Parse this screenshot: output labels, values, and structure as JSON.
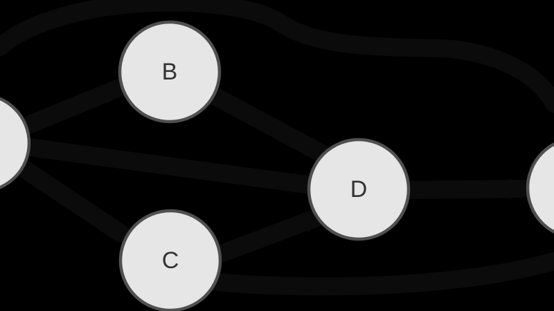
{
  "colors": {
    "background": "#000000",
    "node_fill": "#e6e6e6",
    "node_stroke": "#505050",
    "label": "#333333",
    "edge": "#0b0b0b"
  },
  "graph": {
    "nodes": [
      {
        "id": "A",
        "label": ""
      },
      {
        "id": "B",
        "label": "B"
      },
      {
        "id": "C",
        "label": "C"
      },
      {
        "id": "D",
        "label": "D"
      },
      {
        "id": "E",
        "label": ""
      }
    ],
    "edges": [
      {
        "from": "A",
        "to": "B",
        "directed": true
      },
      {
        "from": "A",
        "to": "C",
        "directed": true
      },
      {
        "from": "A",
        "to": "D",
        "directed": true
      },
      {
        "from": "B",
        "to": "D",
        "directed": true
      },
      {
        "from": "C",
        "to": "D",
        "directed": true
      },
      {
        "from": "D",
        "to": "E",
        "directed": true
      },
      {
        "from": "A",
        "to": "E",
        "directed": true
      },
      {
        "from": "C",
        "to": "E",
        "directed": true
      }
    ]
  }
}
